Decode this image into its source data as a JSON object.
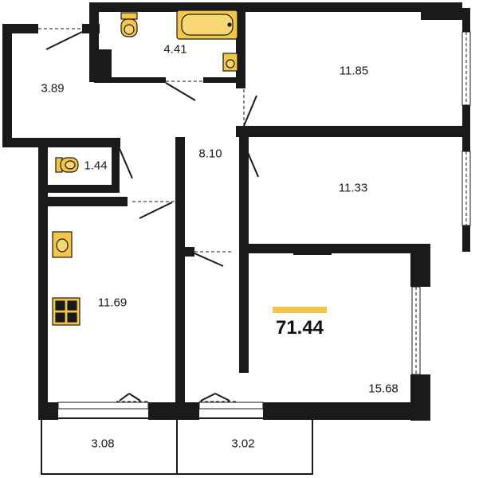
{
  "plan": {
    "total_area": "71.44",
    "accent_color": "#f3c64a",
    "fixture_color": "#f3c64a",
    "wall_color": "#1a1a1a",
    "rooms": [
      {
        "id": "bathroom",
        "area": "4.41"
      },
      {
        "id": "hallway",
        "area": "3.89"
      },
      {
        "id": "bedroom-1",
        "area": "11.85"
      },
      {
        "id": "toilet",
        "area": "1.44"
      },
      {
        "id": "corridor",
        "area": "8.10"
      },
      {
        "id": "bedroom-2",
        "area": "11.33"
      },
      {
        "id": "kitchen",
        "area": "11.69"
      },
      {
        "id": "living-room",
        "area": "15.68"
      },
      {
        "id": "balcony-1",
        "area": "3.08"
      },
      {
        "id": "balcony-2",
        "area": "3.02"
      }
    ]
  }
}
